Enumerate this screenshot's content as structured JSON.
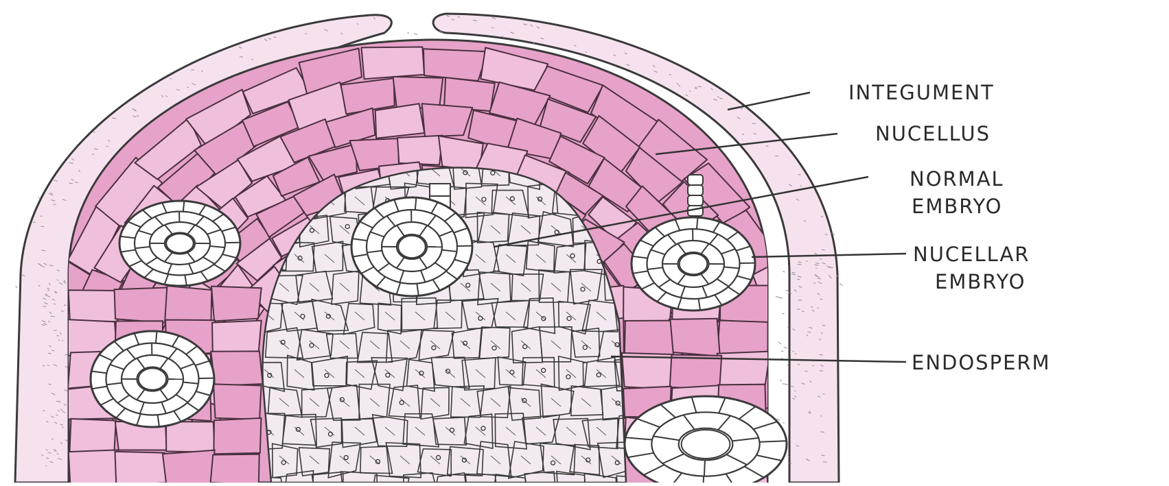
{
  "labels": {
    "integument": "INTEGUMENT",
    "nucellus": "NUCELLUS",
    "normal_embryo_line1": "NORMAL",
    "normal_embryo_line2": "EMBRYO",
    "nucellar_embryo_line1": "NUCELLAR",
    "nucellar_embryo_line2": "EMBRYO",
    "endosperm": "ENDOSPERM"
  },
  "colors": {
    "nucellus_tissue": "#e7a2c9",
    "nucellus_cell_light": "#f0bfdc",
    "integument_fill": "#f6e2ef",
    "endosperm_fill": "#f3eaf1",
    "embryo_fill": "#ffffff",
    "outline": "#3a3a3a"
  }
}
